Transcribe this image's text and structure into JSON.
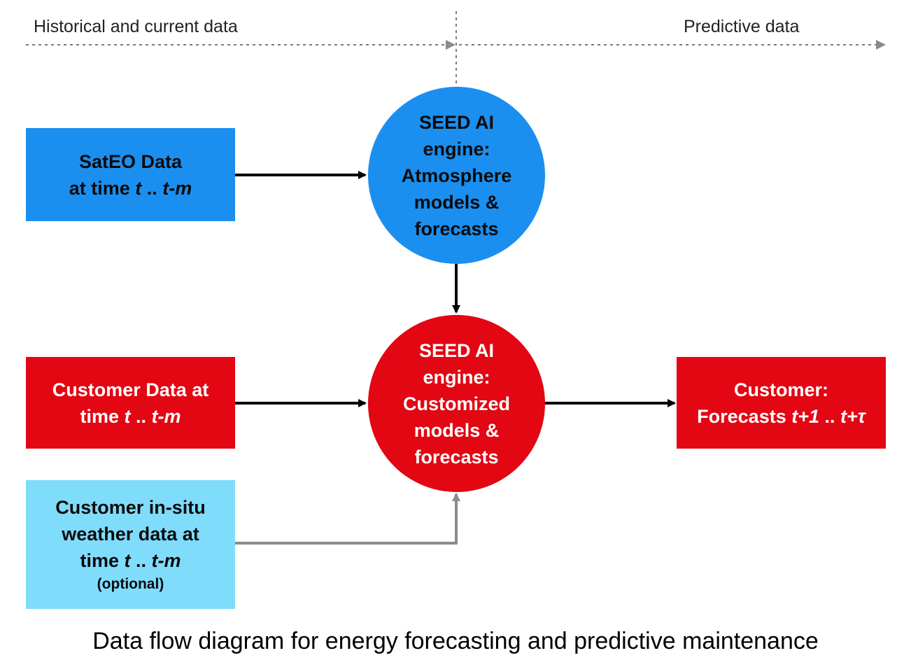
{
  "header": {
    "left_label": "Historical and current data",
    "right_label": "Predictive data"
  },
  "nodes": {
    "sateo": {
      "line1": "SatEO Data",
      "line2_prefix": "at time ",
      "t": "t",
      "dots": " .. ",
      "tm": "t-m"
    },
    "customer_data": {
      "line1": "Customer Data at",
      "line2_prefix": "time ",
      "t": "t",
      "dots": " .. ",
      "tm": "t-m"
    },
    "insitu": {
      "line1": "Customer in-situ",
      "line2": "weather data at",
      "line3_prefix": "time ",
      "t": "t",
      "dots": " .. ",
      "tm": "t-m",
      "optional": "(optional)"
    },
    "atmosphere_engine": {
      "lines": [
        "SEED AI",
        "engine:",
        "Atmosphere",
        "models &",
        "forecasts"
      ]
    },
    "customized_engine": {
      "lines": [
        "SEED AI",
        "engine:",
        "Customized",
        "models &",
        "forecasts"
      ]
    },
    "output": {
      "line1": "Customer:",
      "line2_prefix": "Forecasts ",
      "t1": "t+1",
      "dots": " .. ",
      "ttau": "t+τ"
    }
  },
  "caption": "Data flow diagram for energy forecasting and predictive maintenance",
  "colors": {
    "blue": "#1a8ff0",
    "red": "#e30613",
    "light_blue": "#80dcfb",
    "arrow": "#000000",
    "optional_arrow": "#8c8c8c",
    "dashed": "#7a7a7a"
  }
}
